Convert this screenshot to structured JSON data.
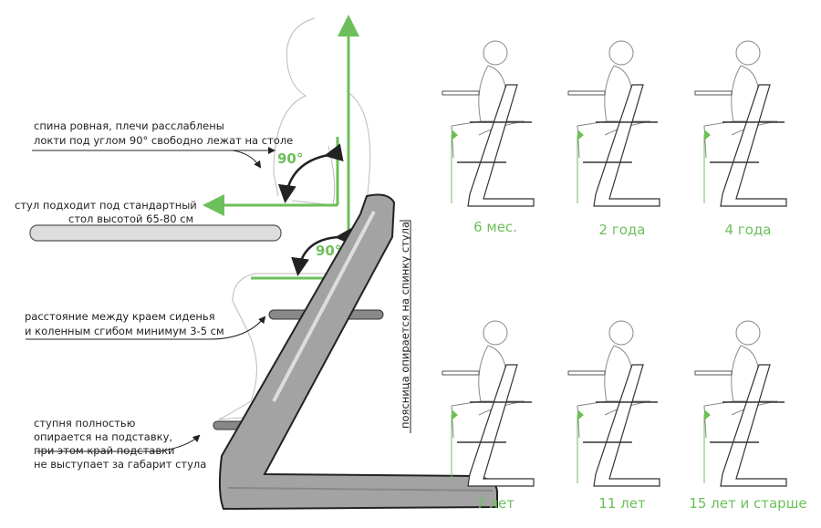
{
  "notes": {
    "back_line1": "спина ровная, плечи расслаблены",
    "back_line2": "локти под углом 90° свободно лежат на столе",
    "table_line1": "стул подходит под стандартный",
    "table_line2": "стол высотой 65-80 см",
    "knee_line1": "расстояние между краем сиденья",
    "knee_line2": "и коленным сгибом минимум 3-5 см",
    "foot_line1": "ступня полностью",
    "foot_line2": "опирается на подставку,",
    "foot_line3": "при этом край подставки",
    "foot_line4": "не выступает за габарит стула",
    "lumbar": "поясница опирается на спинку стула"
  },
  "angles": {
    "elbow": "90°",
    "hip": "90°"
  },
  "ages": [
    "6 мес.",
    "2 года",
    "4 года",
    "7 лет",
    "11 лет",
    "15 лет и старше"
  ],
  "colors": {
    "accent": "#6cbf5a",
    "chair": "#9a9a9a",
    "line": "#222222"
  }
}
